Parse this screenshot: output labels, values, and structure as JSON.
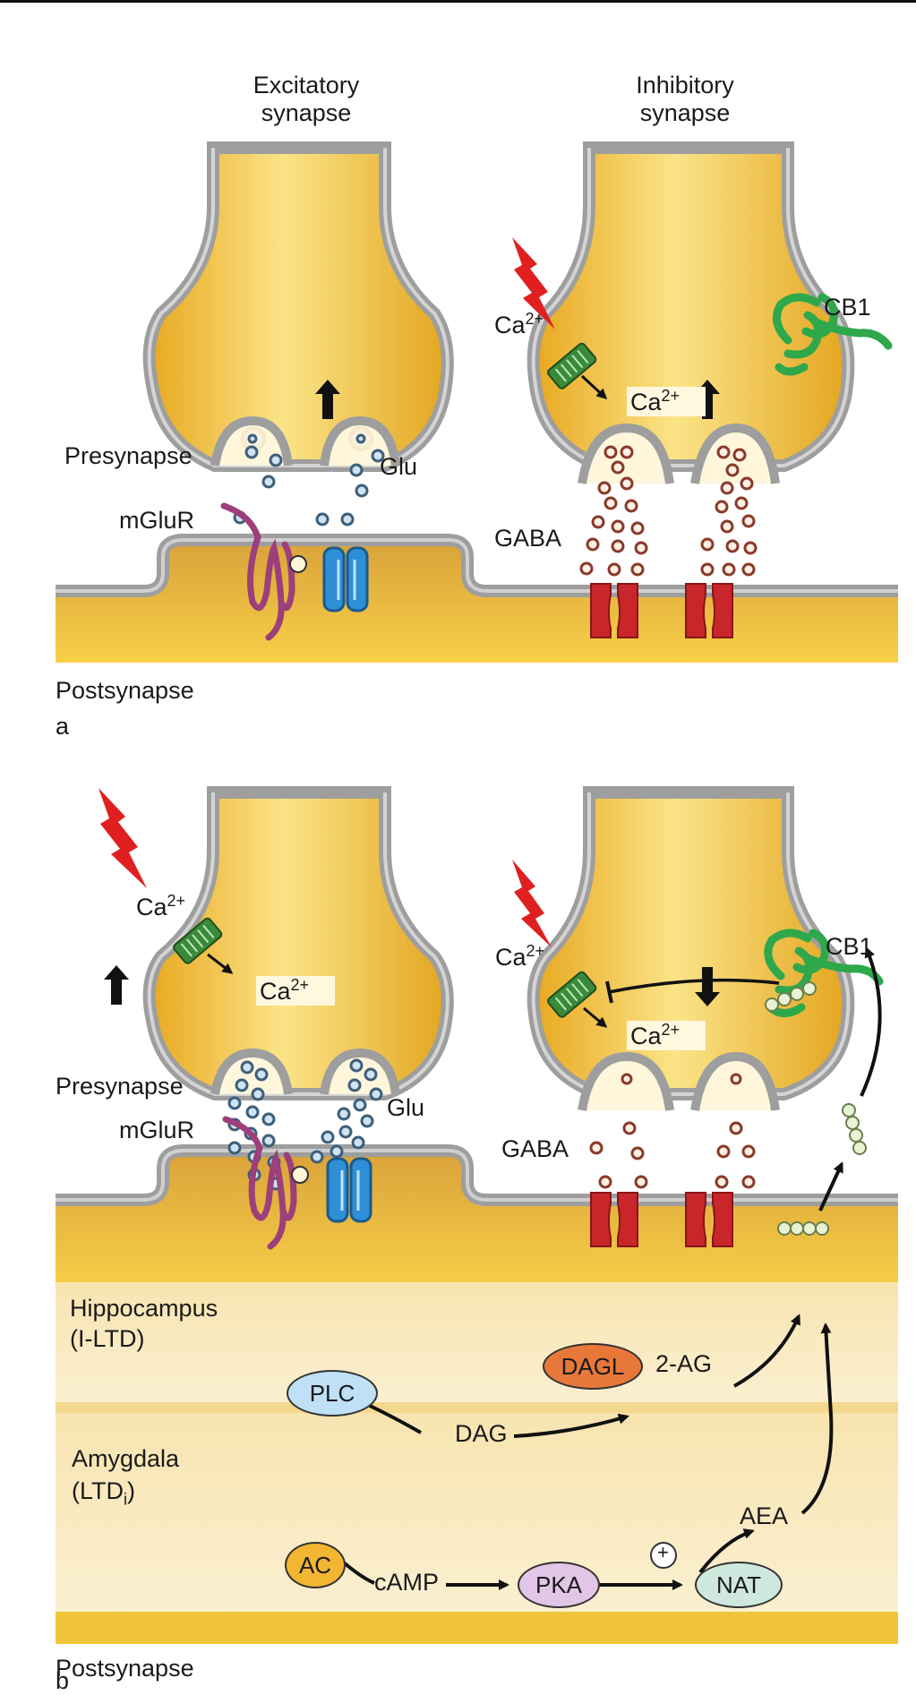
{
  "panel_a": {
    "excitatory_title": "Excitatory\nsynapse",
    "inhibitory_title": "Inhibitory\nsynapse",
    "ca_channel": "Ca2+",
    "ca_inside": "Ca2+",
    "cb1": "CB1",
    "presynapse": "Presynapse",
    "glu": "Glu",
    "mglur": "mGluR",
    "gaba": "GABA",
    "postsynapse": "Postsynapse",
    "panel_letter": "a"
  },
  "panel_b": {
    "ca_exc": "Ca2+",
    "ca_exc_inside": "Ca2+",
    "ca_inh": "Ca2+",
    "ca_inh_inside": "Ca2+",
    "cb1": "CB1",
    "presynapse": "Presynapse",
    "glu": "Glu",
    "mglur": "mGluR",
    "gaba": "GABA",
    "hippocampus": "Hippocampus",
    "hippocampus_sub": "(I-LTD)",
    "plc": "PLC",
    "dag": "DAG",
    "dagl": "DAGL",
    "two_ag": "2-AG",
    "amygdala": "Amygdala",
    "amygdala_sub_pre": "(LTD",
    "amygdala_sub_sub": "i",
    "amygdala_sub_post": ")",
    "ac": "AC",
    "camp": "cAMP",
    "pka": "PKA",
    "nat": "NAT",
    "aea": "AEA",
    "plus": "+",
    "postsynapse": "Postsynapse",
    "panel_letter": "b"
  },
  "colors": {
    "terminal": "#f2c94c",
    "membrane": "#a8a8a8",
    "mglur": "#9c3f7a",
    "ionotropic": "#2f8fd6",
    "gaba_receptor": "#c8262a",
    "cb1": "#2ea84a",
    "ca_channel": "#3a8a3a",
    "lightning": "#e02020",
    "plc": "#bfe0f5",
    "dagl": "#e8773a",
    "ac": "#f2b632",
    "pka": "#e2c6e6",
    "nat": "#cfe8de"
  }
}
